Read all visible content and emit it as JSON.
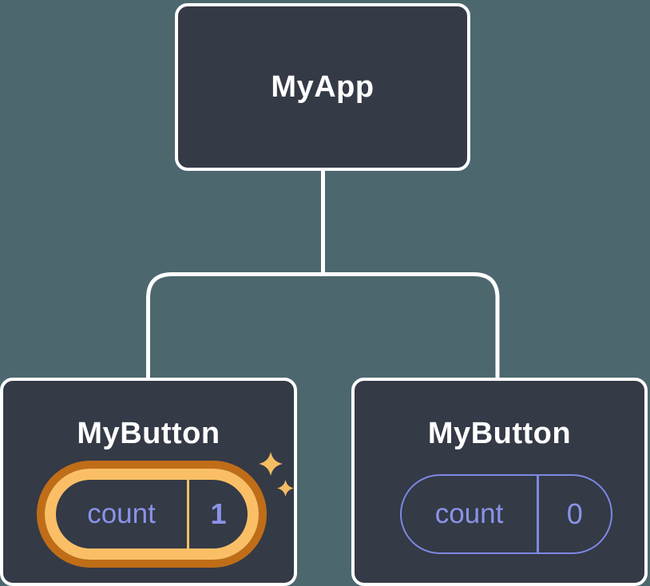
{
  "diagram": {
    "root": {
      "label": "MyApp"
    },
    "children": [
      {
        "label": "MyButton",
        "state": {
          "name": "count",
          "value": "1"
        },
        "highlighted": true
      },
      {
        "label": "MyButton",
        "state": {
          "name": "count",
          "value": "0"
        },
        "highlighted": false
      }
    ]
  },
  "colors": {
    "bg": "#4d676f",
    "card": "#343a46",
    "card-border": "#ffffff",
    "connector": "#ffffff",
    "label-text": "#ffffff",
    "purple-text": "#8a93e8",
    "purple-line": "#7e88e3",
    "amber-dark": "#c06d18",
    "amber-light": "#fabf66",
    "sparkle": "#f5bd62"
  }
}
